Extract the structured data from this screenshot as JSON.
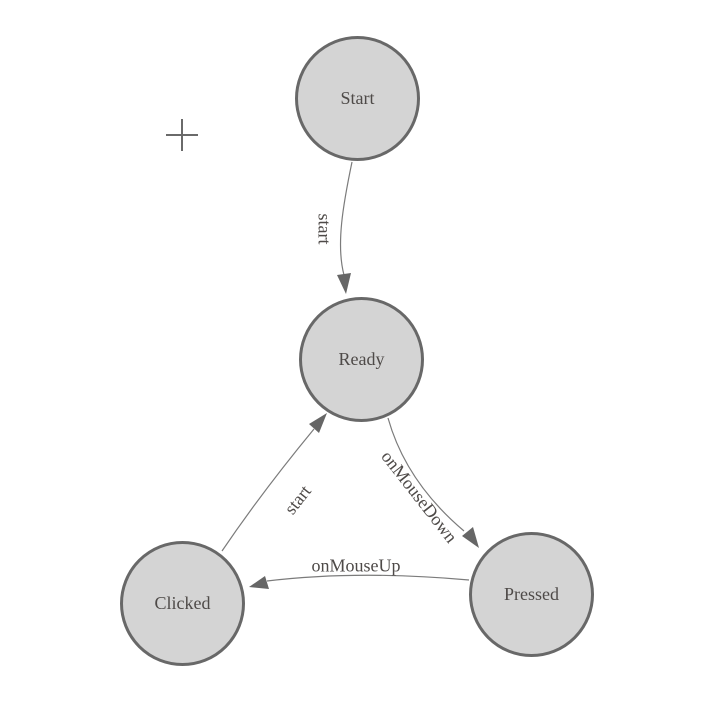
{
  "diagram": {
    "type": "state-machine"
  },
  "colors": {
    "background": "#ffffff",
    "node_fill": "#d4d4d4",
    "node_border": "#686868",
    "edge_line": "#7b7b7b",
    "arrowhead": "#666666",
    "text": "#4e4a48",
    "crosshair": "#6a6a6a"
  },
  "nodes": [
    {
      "id": "start",
      "label": "Start"
    },
    {
      "id": "ready",
      "label": "Ready"
    },
    {
      "id": "clicked",
      "label": "Clicked"
    },
    {
      "id": "pressed",
      "label": "Pressed"
    }
  ],
  "edges": [
    {
      "id": "start-to-ready",
      "from": "start",
      "to": "ready",
      "label": "start"
    },
    {
      "id": "clicked-to-ready",
      "from": "clicked",
      "to": "ready",
      "label": "start"
    },
    {
      "id": "ready-to-pressed",
      "from": "ready",
      "to": "pressed",
      "label": "onMouseDown"
    },
    {
      "id": "pressed-to-clicked",
      "from": "pressed",
      "to": "clicked",
      "label": "onMouseUp"
    }
  ],
  "icons": {
    "crosshair_plus": "plus-crosshair-mark"
  }
}
